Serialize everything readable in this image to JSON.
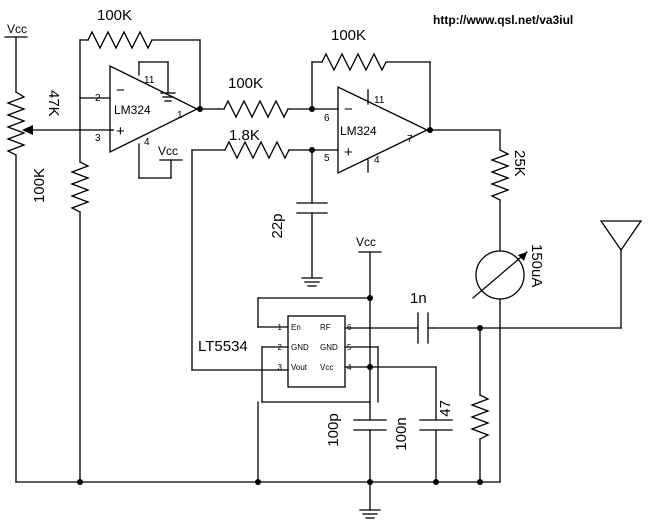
{
  "url": "http://www.qsl.net/va3iul",
  "vcc": "Vcc",
  "opamp1": {
    "name": "LM324",
    "pin_pos": "3",
    "pin_neg": "2",
    "pin_out": "1",
    "pin_v": "4",
    "pin_g": "11",
    "minus": "−",
    "plus": "+"
  },
  "opamp2": {
    "name": "LM324",
    "pin_pos": "5",
    "pin_neg": "6",
    "pin_out": "7",
    "pin_v": "4",
    "pin_g": "11",
    "minus": "−",
    "plus": "+"
  },
  "components": {
    "r_fb1": "100K",
    "r_series": "100K",
    "r_fb2": "100K",
    "r_ref": "1.8K",
    "pot": "47K",
    "r_div": "100K",
    "c_22p": "22p",
    "r_meter": "25K",
    "meter": "150uA",
    "c_1n": "1n",
    "c_100p": "100p",
    "c_100n": "100n",
    "r_47": "47"
  },
  "chip": {
    "name": "LT5534",
    "pins": [
      {
        "num": "1",
        "label": "En"
      },
      {
        "num": "2",
        "label": "GND"
      },
      {
        "num": "3",
        "label": "Vout"
      },
      {
        "num": "4",
        "label": "Vcc"
      },
      {
        "num": "5",
        "label": "GND"
      },
      {
        "num": "6",
        "label": "RF"
      }
    ]
  }
}
